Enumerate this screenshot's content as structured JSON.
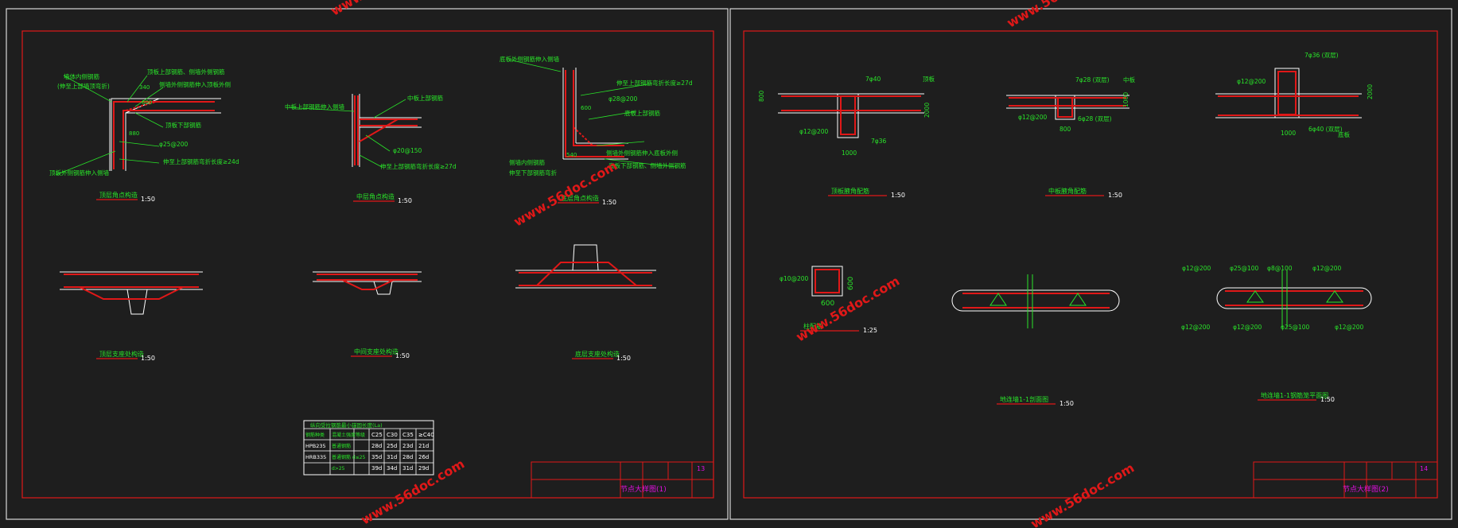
{
  "watermark": "www.56doc.com",
  "sheets": [
    {
      "details": [
        {
          "title": "顶层角点构造",
          "scale": "1:50"
        },
        {
          "title": "中层角点构造",
          "scale": "1:50"
        },
        {
          "title": "底层角点构造",
          "scale": "1:50"
        },
        {
          "title": "顶层支座处构造",
          "scale": "1:50"
        },
        {
          "title": "中间支座处构造",
          "scale": "1:50"
        },
        {
          "title": "底层支座处构造",
          "scale": "1:50"
        }
      ],
      "annotations": {
        "d1": [
          "墙体内侧钢筋",
          "(伸至上部墙顶弯折)",
          "顶板上部钢筋、侧墙外侧钢筋",
          "侧墙外侧钢筋伸入顶板外侧",
          "顶板下部钢筋",
          "φ25@200",
          "伸至上部钢筋弯折长度≥24d",
          "顶板外侧钢筋伸入侧墙"
        ],
        "d2": [
          "中板上部钢筋伸入侧墙",
          "中板上部钢筋",
          "φ20@150",
          "伸至上部钢筋弯折长度≥27d"
        ],
        "d3": [
          "底板外侧钢筋伸入侧墙",
          "伸至上部钢筋弯折长度≥27d",
          "φ28@200",
          "底板上部钢筋",
          "侧墙外侧钢筋伸入底板外侧",
          "底板下部钢筋、侧墙外侧钢筋",
          "侧墙内侧钢筋",
          "伸至下部钢筋弯折"
        ]
      },
      "dims": {
        "d1": [
          "340",
          "600",
          "880"
        ],
        "d3": [
          "600",
          "540"
        ]
      },
      "anchorage_table": {
        "title": "纵向受拉钢筋最小锚固长度(Lа)",
        "header": [
          "钢筋种类",
          "混凝土强度等级",
          "C25",
          "C30",
          "C35",
          "≥C40"
        ],
        "rows": [
          [
            "HPB235",
            "普通钢筋",
            "28d",
            "25d",
            "23d",
            "21d"
          ],
          [
            "HRB335",
            "普通钢筋 d≤25",
            "35d",
            "31d",
            "28d",
            "26d"
          ],
          [
            "",
            "d>25",
            "39d",
            "34d",
            "31d",
            "29d"
          ]
        ]
      },
      "title_block": {
        "name": "节点大样图(1)",
        "no": "13"
      }
    },
    {
      "details": [
        {
          "title": "顶板腋角配筋",
          "scale": "1:50"
        },
        {
          "title": "中板腋角配筋",
          "scale": "1:50"
        },
        {
          "title": "柱配筋",
          "scale": "1:25"
        },
        {
          "title": "地连墙1-1剖面图",
          "scale": "1:50"
        },
        {
          "title": "地连墙1-1钢筋笼平面图",
          "scale": "1:50"
        }
      ],
      "annotations": {
        "p1": [
          "7φ40",
          "顶板",
          "φ12@200",
          "7φ36",
          "1000",
          "2000",
          "800"
        ],
        "p2": [
          "7φ28 (双层)",
          "中板",
          "φ12@200",
          "6φ28 (双层)",
          "800",
          "1000"
        ],
        "p3": [
          "7φ36 (双层)",
          "φ12@200",
          "6φ40 (双层)",
          "1000",
          "2000",
          "底板"
        ],
        "col": [
          "φ10@200",
          "600",
          "600"
        ],
        "s1": [
          "φ12@200",
          "φ25@100",
          "φ8@100",
          "φ12@200"
        ],
        "s1_bot": [
          "φ12@200",
          "φ12@200",
          "φ25@100",
          "φ12@200"
        ]
      },
      "title_block": {
        "name": "节点大样图(2)",
        "no": "14"
      }
    }
  ]
}
